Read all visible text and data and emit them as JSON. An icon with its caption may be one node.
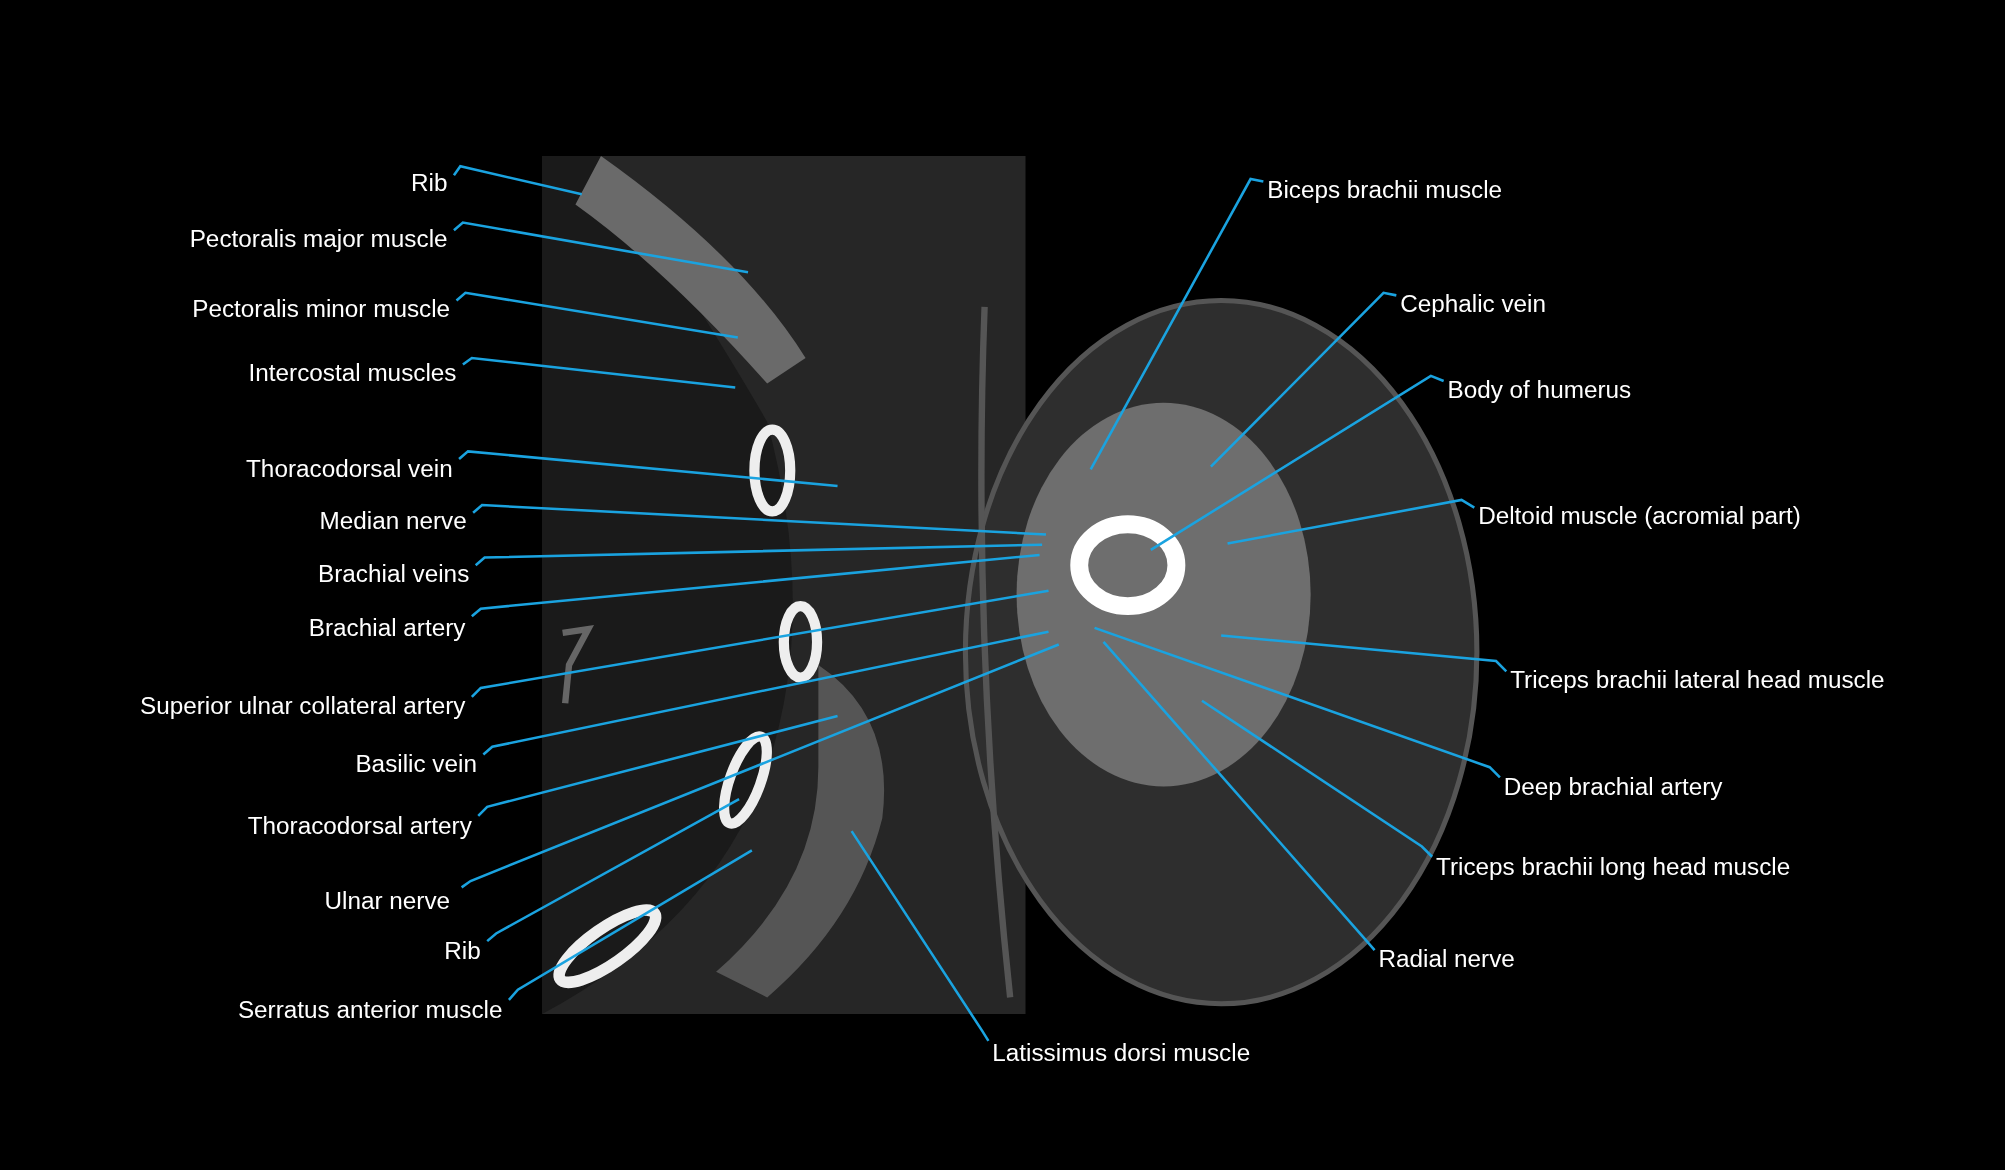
{
  "diagram": {
    "nodes": [
      {
        "text": [
          "Rib"
        ]
      },
      {
        "text": [
          "Pectoralis major muscle"
        ]
      },
      {
        "text": [
          "Pectoralis minor muscle"
        ]
      },
      {
        "text": [
          "Intercostal muscles"
        ]
      },
      {
        "text": [
          "Thoracodorsal vein"
        ]
      },
      {
        "text": [
          "Median nerve"
        ]
      },
      {
        "text": [
          "Brachial veins"
        ]
      },
      {
        "text": [
          "Brachial artery"
        ]
      },
      {
        "text": [
          "Superior ulnar collateral artery"
        ]
      },
      {
        "text": [
          "Basilic vein"
        ]
      },
      {
        "text": [
          "Thoracodorsal artery"
        ]
      },
      {
        "text": [
          "Ulnar nerve"
        ]
      },
      {
        "text": [
          "Rib"
        ]
      },
      {
        "text": [
          "Serratus anterior muscle"
        ]
      },
      {
        "text": [
          "Latissimus dorsi muscle"
        ]
      },
      {
        "text": [
          "Biceps brachii muscle"
        ]
      },
      {
        "text": [
          "Cephalic vein"
        ]
      },
      {
        "text": [
          "Body of humerus"
        ]
      },
      {
        "text": [
          "Deltoid muscle (acromial part)"
        ]
      },
      {
        "text": [
          "Triceps brachii lateral head muscle"
        ]
      },
      {
        "text": [
          "Deep brachial artery"
        ]
      },
      {
        "text": [
          "Triceps brachii long head muscle"
        ]
      },
      {
        "text": [
          "Radial nerve"
        ]
      }
    ],
    "edges": [
      {
        "from": 0,
        "to": null,
        "arrow": "none"
      },
      {
        "from": 1,
        "to": null,
        "arrow": "none"
      },
      {
        "from": 2,
        "to": null,
        "arrow": "none"
      },
      {
        "from": 3,
        "to": null,
        "arrow": "none"
      },
      {
        "from": 4,
        "to": null,
        "arrow": "none"
      },
      {
        "from": 5,
        "to": null,
        "arrow": "none"
      },
      {
        "from": 6,
        "to": null,
        "arrow": "none"
      },
      {
        "from": 7,
        "to": null,
        "arrow": "none"
      },
      {
        "from": 8,
        "to": null,
        "arrow": "none"
      },
      {
        "from": 9,
        "to": null,
        "arrow": "none"
      },
      {
        "from": 10,
        "to": null,
        "arrow": "none"
      },
      {
        "from": 11,
        "to": null,
        "arrow": "none"
      },
      {
        "from": 12,
        "to": null,
        "arrow": "none"
      },
      {
        "from": 13,
        "to": null,
        "arrow": "none"
      },
      {
        "from": 14,
        "to": null,
        "arrow": "none"
      },
      {
        "from": 15,
        "to": null,
        "arrow": "none"
      },
      {
        "from": 16,
        "to": null,
        "arrow": "none"
      },
      {
        "from": 17,
        "to": null,
        "arrow": "none"
      },
      {
        "from": 18,
        "to": null,
        "arrow": "none"
      },
      {
        "from": 19,
        "to": null,
        "arrow": "none"
      },
      {
        "from": 20,
        "to": null,
        "arrow": "none"
      },
      {
        "from": 21,
        "to": null,
        "arrow": "none"
      },
      {
        "from": 22,
        "to": null,
        "arrow": "none"
      }
    ]
  }
}
